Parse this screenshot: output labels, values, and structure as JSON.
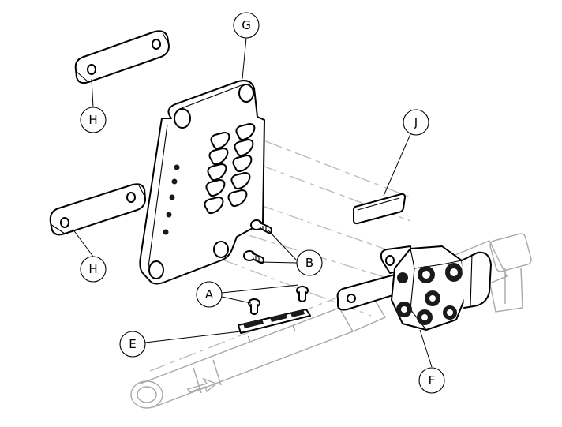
{
  "labels": {
    "G": "G",
    "H_top": "H",
    "H_bottom": "H",
    "J": "J",
    "B": "B",
    "A": "A",
    "E": "E",
    "F": "F"
  }
}
